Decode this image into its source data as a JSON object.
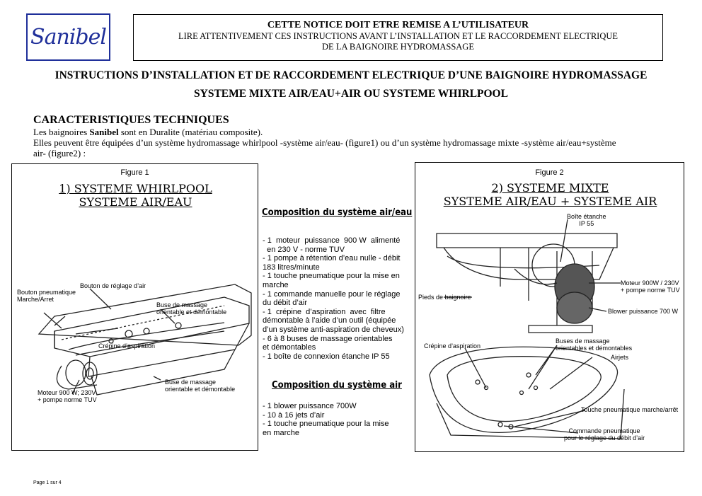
{
  "header": {
    "logo": "Sanibel",
    "line1": "CETTE NOTICE DOIT ETRE REMISE A L’UTILISATEUR",
    "line2": "LIRE ATTENTIVEMENT CES INSTRUCTIONS AVANT L’INSTALLATION ET LE RACCORDEMENT ELECTRIQUE",
    "line3": "DE LA BAIGNOIRE HYDROMASSAGE"
  },
  "title": {
    "line1": "INSTRUCTIONS D’INSTALLATION ET DE RACCORDEMENT ELECTRIQUE D’UNE BAIGNOIRE HYDROMASSAGE",
    "line2": "SYSTEME MIXTE AIR/EAU+AIR OU SYSTEME WHIRLPOOL"
  },
  "section": {
    "heading": "CARACTERISTIQUES TECHNIQUES",
    "p1_pre": "Les baignoires ",
    "p1_bold": "Sanibel",
    "p1_post": " sont en Duralite (matériau composite).",
    "p2_line1": "Elles peuvent être équipées d’un système hydromassage whirlpool -système air/eau- (figure1) ou d’un système hydromassage mixte -système air/eau+système",
    "p2_line2": "air- (figure2) :"
  },
  "figure1": {
    "label": "Figure 1",
    "title_l1": "1) SYSTEME WHIRLPOOL",
    "title_l2": "SYSTEME AIR/EAU",
    "callouts": {
      "bouton_l1": "Bouton pneumatique",
      "bouton_l2": "Marche/Arret",
      "reglage": "Bouton de réglage d’air",
      "buse_l1": "Buse de massage",
      "buse_l2": "orientable et démontable",
      "crepine": "Crépine d’aspiration",
      "buse2_l1": "Buse de massage",
      "buse2_l2": "orientable et démontable",
      "moteur_l1": "Moteur 900 W; 230V",
      "moteur_l2": "+ pompe norme TUV"
    }
  },
  "middle": {
    "heading1": "Composition du système air/eau",
    "list1": [
      "- 1  moteur  puissance  900 W  alimenté",
      "  en 230 V - norme TUV",
      "- 1 pompe à rétention d’eau nulle - débit",
      "183 litres/minute",
      "- 1 touche pneumatique pour la mise en",
      "marche",
      "- 1 commande manuelle pour le réglage",
      "du débit d’air",
      "- 1  crépine  d’aspiration  avec  filtre",
      "démontable à l’aide d’un outil (équipée",
      "d’un système anti-aspiration de cheveux)",
      "- 6 à 8 buses de massage orientables",
      "et démontables",
      "- 1 boîte de connexion étanche IP 55"
    ],
    "heading2": "Composition du système air",
    "list2": [
      "- 1 blower puissance 700W",
      "- 10 à 16 jets d’air",
      "- 1 touche pneumatique pour la mise",
      "en marche"
    ]
  },
  "figure2": {
    "label": "Figure 2",
    "title_l1": "2) SYSTEME MIXTE",
    "title_l2": "SYSTEME AIR/EAU + SYSTEME AIR",
    "callouts": {
      "boite_l1": "Boîte étanche",
      "boite_l2": "IP 55",
      "moteur_l1": "Moteur 900W / 230V",
      "moteur_l2": "+ pompe norme TUV",
      "pieds": "Pieds de  baignoire",
      "blower": "Blower puissance 700 W",
      "crepine": "Crépine d’aspiration",
      "buses_l1": "Buses de massage",
      "buses_l2": "orientables et démontables",
      "airjets": "Airjets",
      "touche": "Touche pneumatique marche/arrêt",
      "commande_l1": "Commande pneumatique",
      "commande_l2": "pour le réglage du débit d’air"
    }
  },
  "footer": {
    "page": "Page 1 sur 4"
  }
}
